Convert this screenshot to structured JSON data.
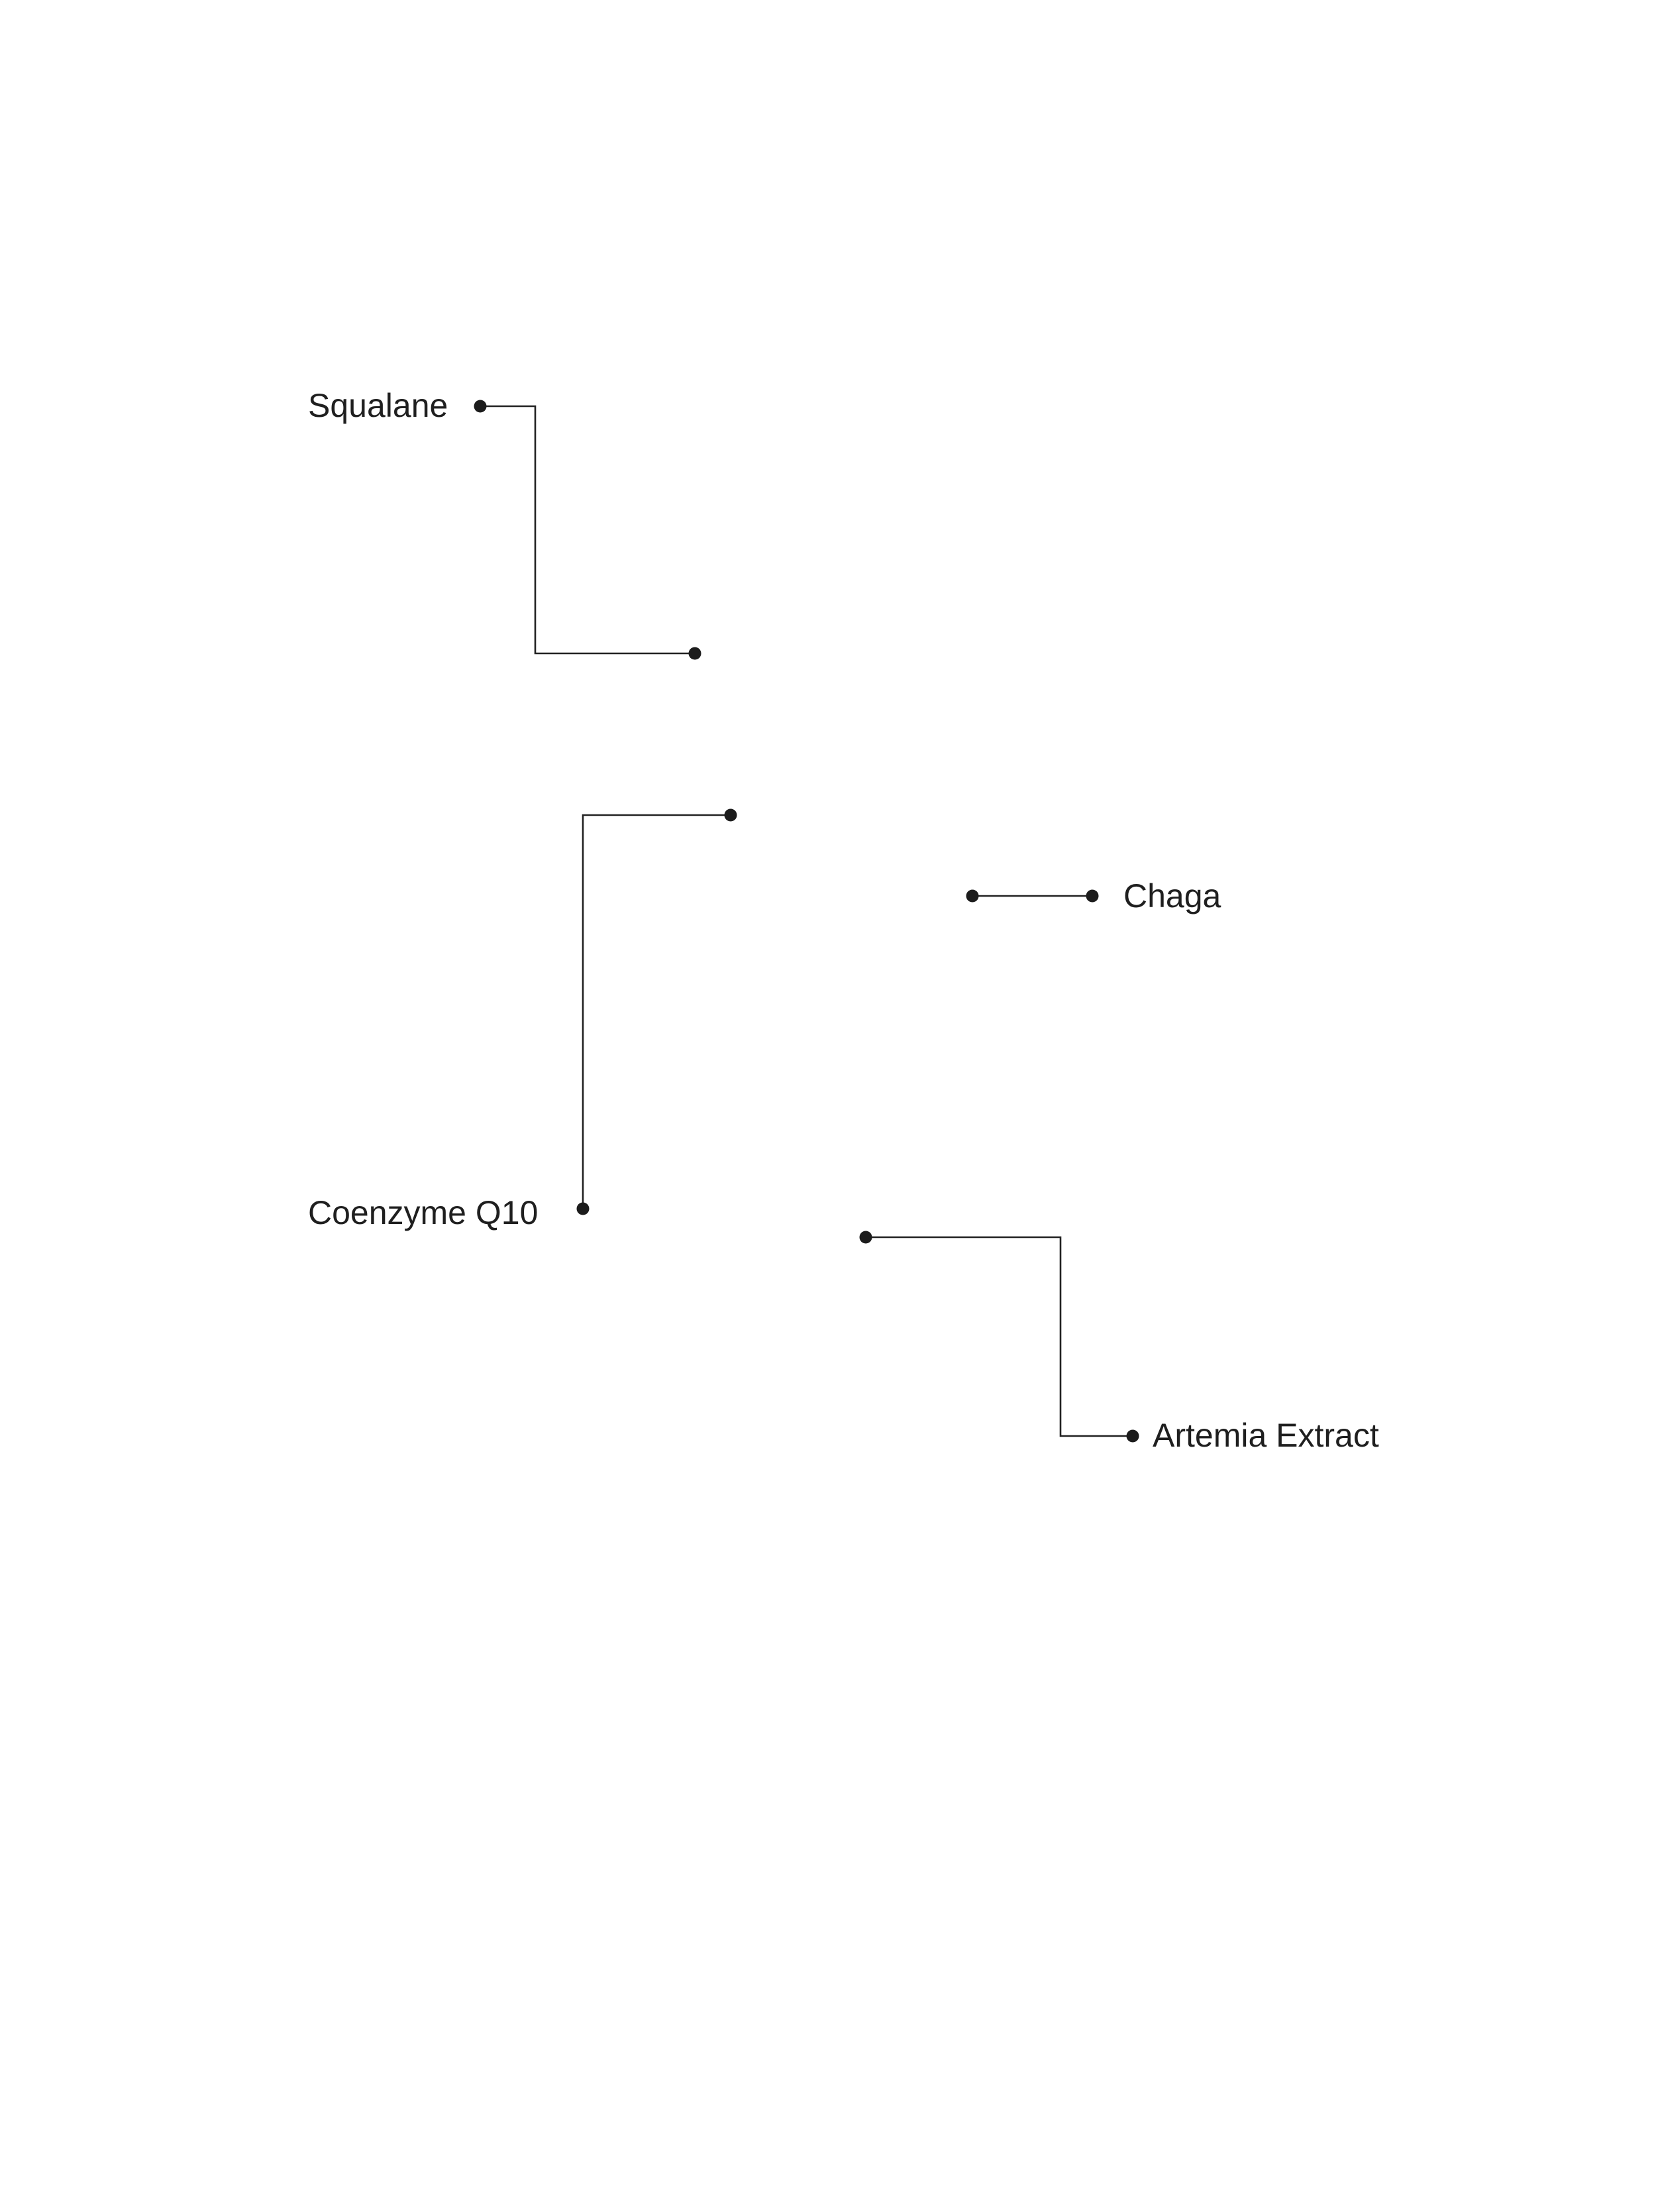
{
  "callouts": [
    {
      "id": "squalane",
      "label": "Squalane"
    },
    {
      "id": "chaga",
      "label": "Chaga"
    },
    {
      "id": "coenzyme-q10",
      "label": "Coenzyme Q10"
    },
    {
      "id": "artemia-extract",
      "label": "Artemia Extract"
    }
  ],
  "colors": {
    "background": "#ffffff",
    "line": "#222222",
    "text": "#1f1f1f"
  }
}
